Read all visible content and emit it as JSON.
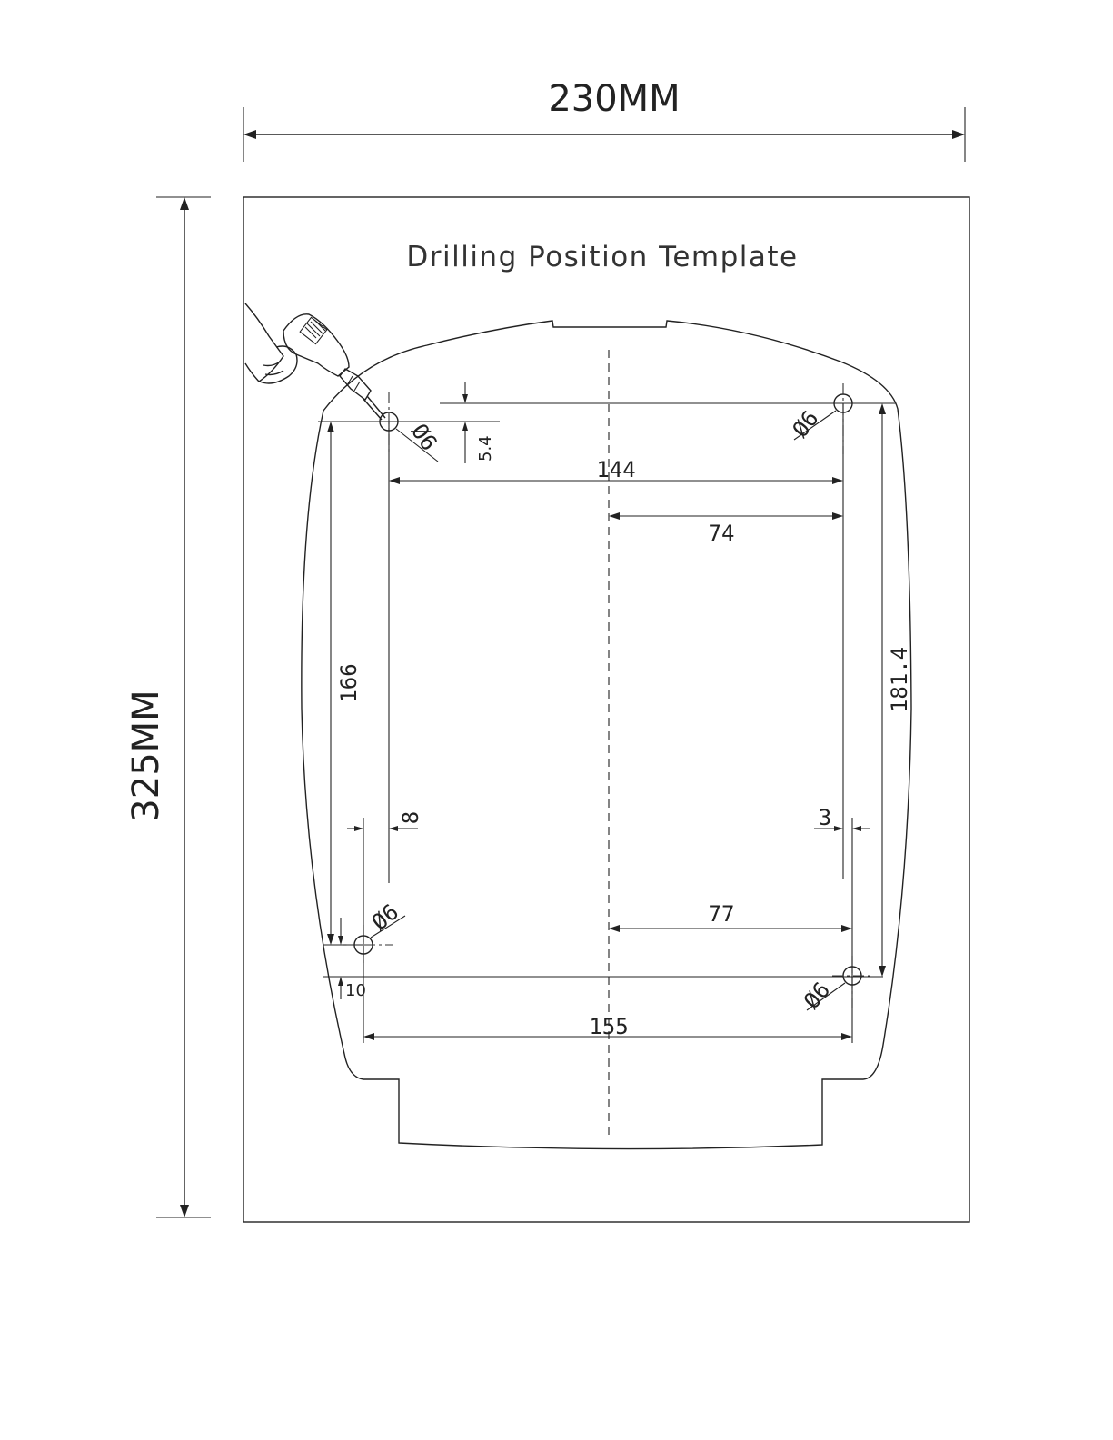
{
  "drawing": {
    "width_label": "230MM",
    "height_label": "325MM",
    "title": "Drilling Position Template"
  },
  "dimensions": {
    "hole_spacing_top": "144",
    "center_to_top_right": "74",
    "hole_spacing_bottom": "155",
    "center_to_bottom_right": "77",
    "left_vertical": "166",
    "right_vertical": "181.4",
    "top_offset": "5.4",
    "left_offset": "8",
    "right_offset": "3",
    "bottom_offset": "10"
  },
  "holes": {
    "top_left": "Ø6",
    "top_right": "Ø6",
    "bottom_left": "Ø6",
    "bottom_right": "Ø6"
  },
  "icons": {
    "drill": "drill-in-hand-icon"
  },
  "colors": {
    "ink": "#222222",
    "paper": "#ffffff"
  }
}
